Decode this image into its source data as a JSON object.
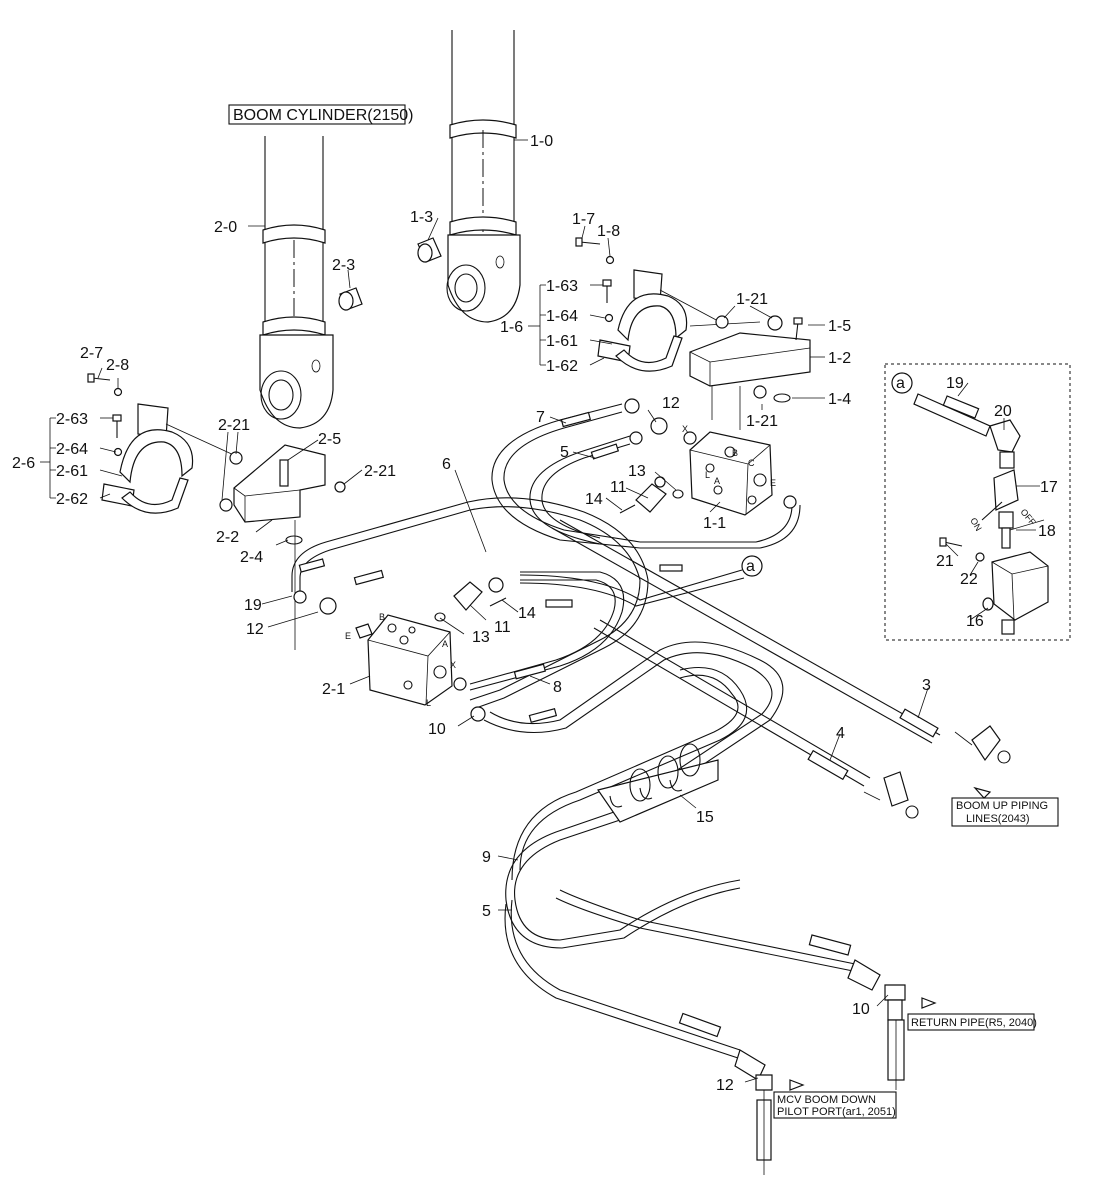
{
  "boxes": {
    "boom_cylinder": "BOOM CYLINDER(2150)",
    "boom_up_1": "BOOM UP PIPING",
    "boom_up_2": "LINES(2043)",
    "return_pipe": "RETURN PIPE(R5, 2040)",
    "mcv_1": "MCV BOOM DOWN",
    "mcv_2": "PILOT PORT(ar1, 2051)"
  },
  "callouts": {
    "c1_0": "1-0",
    "c2_0": "2-0",
    "c1_3": "1-3",
    "c2_3": "2-3",
    "c1_7": "1-7",
    "c1_8": "1-8",
    "c1_63": "1-63",
    "c1_64": "1-64",
    "c1_6": "1-6",
    "c1_61": "1-61",
    "c1_62": "1-62",
    "c1_21a": "1-21",
    "c1_21b": "1-21",
    "c1_5": "1-5",
    "c1_2": "1-2",
    "c1_4": "1-4",
    "c2_7": "2-7",
    "c2_8": "2-8",
    "c2_63": "2-63",
    "c2_6": "2-6",
    "c2_64": "2-64",
    "c2_61": "2-61",
    "c2_62": "2-62",
    "c2_21a": "2-21",
    "c2_21b": "2-21",
    "c2_5": "2-5",
    "c2_2": "2-2",
    "c2_4": "2-4",
    "c2_1": "2-1",
    "c6": "6",
    "c7": "7",
    "c5a": "5",
    "c5b": "5",
    "c12a": "12",
    "c12b": "12",
    "c12c": "12",
    "c13a": "13",
    "c13b": "13",
    "c11a": "11",
    "c11b": "11",
    "c14a": "14",
    "c14b": "14",
    "c1_1": "1-1",
    "c19a": "19",
    "c19b": "19",
    "c8": "8",
    "c10a": "10",
    "c10b": "10",
    "c3": "3",
    "c4": "4",
    "c15": "15",
    "c9": "9",
    "c20": "20",
    "c17": "17",
    "c18": "18",
    "c21": "21",
    "c22": "22",
    "c16": "16",
    "ca1": "a",
    "ca2": "a"
  },
  "ports": {
    "x1": "X",
    "b1": "B",
    "a1": "A",
    "l1": "L",
    "e1": "E",
    "c1": "C",
    "b2": "B",
    "a2": "A",
    "e2": "E",
    "x2": "X",
    "l2": "L",
    "off": "OFF",
    "on": "ON"
  }
}
